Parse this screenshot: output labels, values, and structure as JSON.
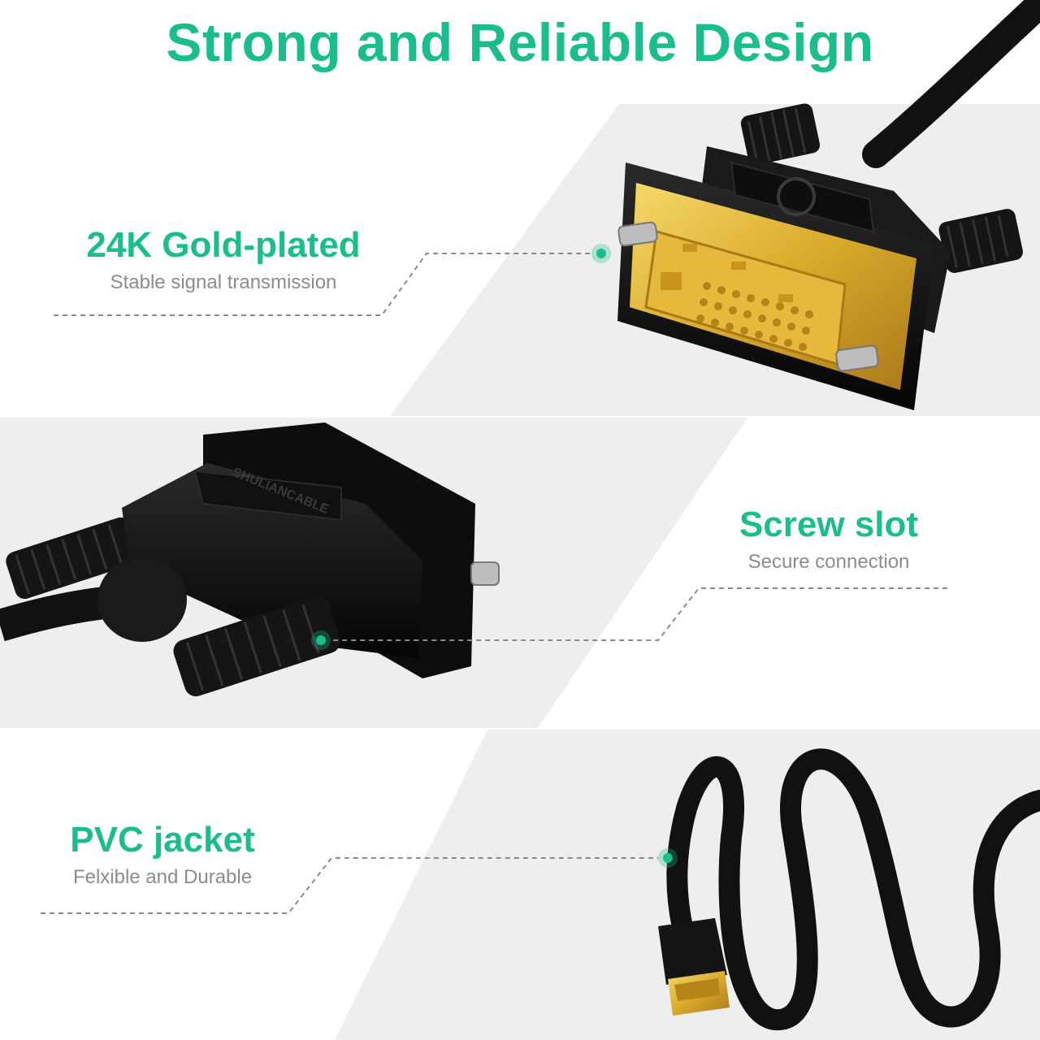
{
  "title": "Strong and Reliable Design",
  "brand_embossed": "SHULIANCABLE",
  "features": [
    {
      "heading": "24K Gold-plated",
      "subtitle": "Stable signal transmission"
    },
    {
      "heading": "Screw slot",
      "subtitle": "Secure connection"
    },
    {
      "heading": "PVC jacket",
      "subtitle": "Felxible and Durable"
    }
  ],
  "colors": {
    "accent": "#1cbd8c",
    "subtitle": "#8c8c8c",
    "panel": "#eeeeee",
    "connector": "#111111",
    "gold": "#d9aa2a"
  }
}
